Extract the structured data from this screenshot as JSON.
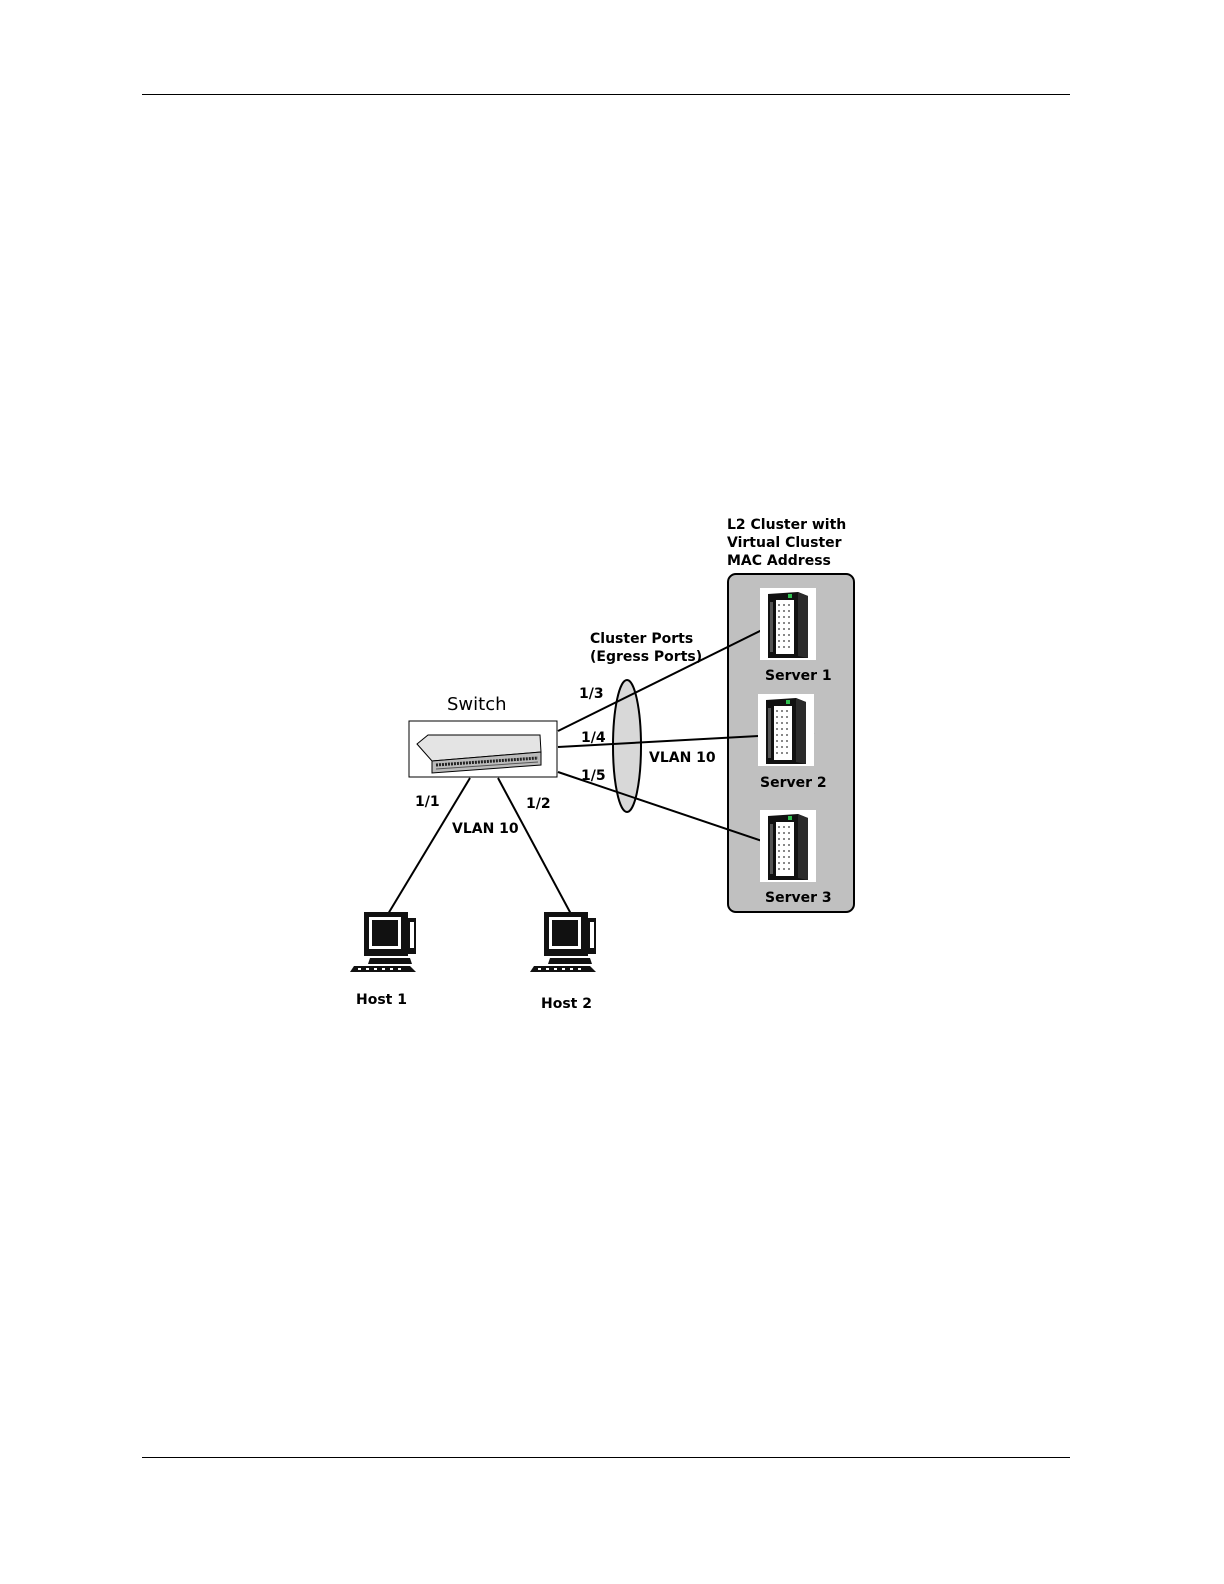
{
  "diagram": {
    "cluster_title": [
      "L2 Cluster with",
      "Virtual Cluster",
      "MAC Address"
    ],
    "cluster_ports": [
      "Cluster Ports",
      "(Egress Ports)"
    ],
    "switch_label": "Switch",
    "ports": {
      "p11": "1/1",
      "p12": "1/2",
      "p13": "1/3",
      "p14": "1/4",
      "p15": "1/5"
    },
    "vlan_hosts": "VLAN 10",
    "vlan_cluster": "VLAN 10",
    "servers": [
      "Server 1",
      "Server 2",
      "Server 3"
    ],
    "hosts": [
      "Host 1",
      "Host 2"
    ]
  },
  "colors": {
    "cluster_box_fill": "#c0c0c0",
    "ellipse_fill": "#d8d8d8",
    "line": "#000000",
    "server_led": "#2fbf4f"
  },
  "icons": [
    "switch-icon",
    "server-icon",
    "host-computer-icon"
  ]
}
